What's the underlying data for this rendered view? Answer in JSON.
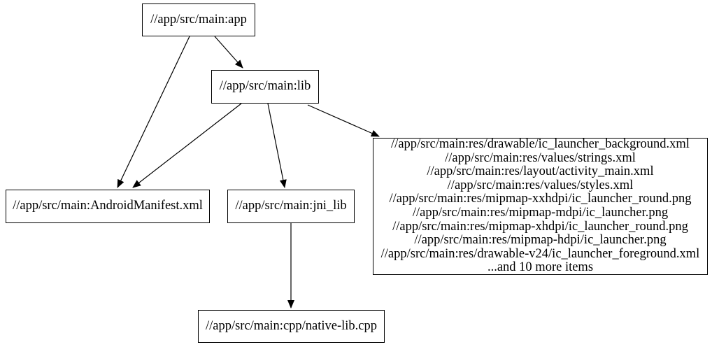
{
  "diagram": {
    "background_color": "#ffffff",
    "node_border_color": "#000000",
    "edge_color": "#000000",
    "text_color": "#000000",
    "nodes": {
      "app": {
        "label": "//app/src/main:app"
      },
      "lib": {
        "label": "//app/src/main:lib"
      },
      "android_manifest": {
        "label": "//app/src/main:AndroidManifest.xml"
      },
      "jni_lib": {
        "label": "//app/src/main:jni_lib"
      },
      "resources": {
        "lines": [
          "//app/src/main:res/drawable/ic_launcher_background.xml",
          "//app/src/main:res/values/strings.xml",
          "//app/src/main:res/layout/activity_main.xml",
          "//app/src/main:res/values/styles.xml",
          "//app/src/main:res/mipmap-xxhdpi/ic_launcher_round.png",
          "//app/src/main:res/mipmap-mdpi/ic_launcher.png",
          "//app/src/main:res/mipmap-xhdpi/ic_launcher_round.png",
          "//app/src/main:res/mipmap-hdpi/ic_launcher.png",
          "//app/src/main:res/drawable-v24/ic_launcher_foreground.xml",
          "...and 10 more items"
        ]
      },
      "native_lib_cpp": {
        "label": "//app/src/main:cpp/native-lib.cpp"
      }
    },
    "edges": [
      {
        "from": "//app/src/main:app",
        "to": "//app/src/main:lib"
      },
      {
        "from": "//app/src/main:app",
        "to": "//app/src/main:AndroidManifest.xml"
      },
      {
        "from": "//app/src/main:lib",
        "to": "//app/src/main:AndroidManifest.xml"
      },
      {
        "from": "//app/src/main:lib",
        "to": "//app/src/main:jni_lib"
      },
      {
        "from": "//app/src/main:lib",
        "to": "//app/src/main:res (resources group)"
      },
      {
        "from": "//app/src/main:jni_lib",
        "to": "//app/src/main:cpp/native-lib.cpp"
      }
    ]
  }
}
